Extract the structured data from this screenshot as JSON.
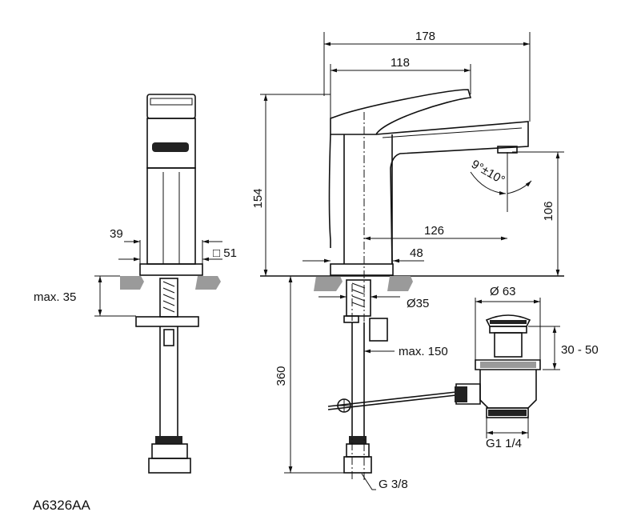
{
  "model_code": "A6326AA",
  "dimensions": {
    "overall_length": "178",
    "lever_length": "118",
    "height": "154",
    "spout_height": "106",
    "spout_reach": "126",
    "spout_offset": "48",
    "base_width": "39",
    "base_square": "□ 51",
    "max_deck": "max. 35",
    "hose_length": "360",
    "hole_diameter": "Ø35",
    "max_distance": "max. 150",
    "waste_diameter": "Ø 63",
    "waste_range": "30 - 50",
    "waste_thread": "G1 1/4",
    "hose_thread": "G 3/8",
    "angle": "9°±10°"
  }
}
